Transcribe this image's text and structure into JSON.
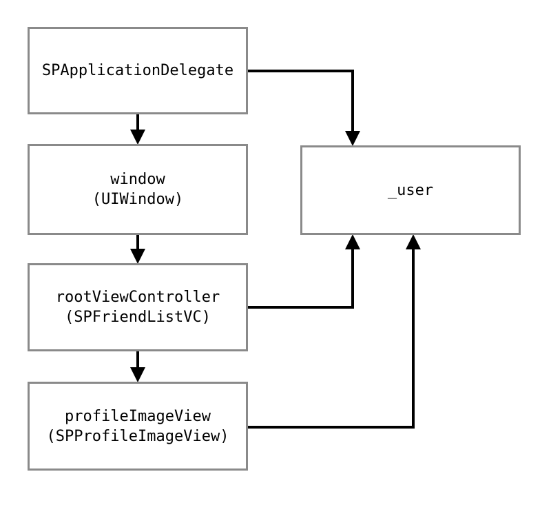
{
  "diagram": {
    "colors": {
      "background": "#ffffff",
      "node_fill": "#ffffff",
      "node_border": "#8a8a8a",
      "arrow": "#000000",
      "text": "#000000"
    },
    "nodes": [
      {
        "id": "sp-application-delegate",
        "label": "SPApplicationDelegate"
      },
      {
        "id": "window",
        "label": "window\n(UIWindow)"
      },
      {
        "id": "root-view-controller",
        "label": "rootViewController\n(SPFriendListVC)"
      },
      {
        "id": "profile-image-view",
        "label": "profileImageView\n(SPProfileImageView)"
      },
      {
        "id": "user",
        "label": "_user"
      }
    ],
    "edges": [
      {
        "from": "sp-application-delegate",
        "to": "window"
      },
      {
        "from": "window",
        "to": "root-view-controller"
      },
      {
        "from": "root-view-controller",
        "to": "profile-image-view"
      },
      {
        "from": "sp-application-delegate",
        "to": "user"
      },
      {
        "from": "root-view-controller",
        "to": "user"
      },
      {
        "from": "profile-image-view",
        "to": "user"
      }
    ]
  }
}
